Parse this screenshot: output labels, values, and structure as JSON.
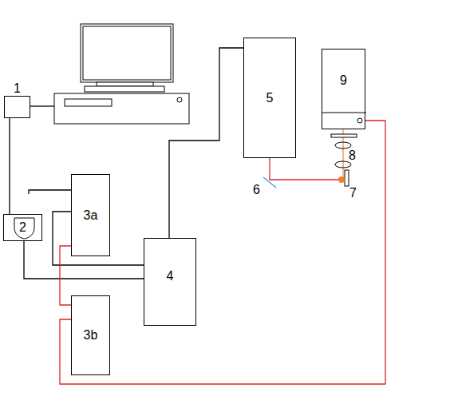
{
  "diagram": {
    "nodes": [
      {
        "text": [
          "1"
        ]
      },
      {
        "text": [
          "2"
        ]
      },
      {
        "text": [
          "3a"
        ]
      },
      {
        "text": [
          "3b"
        ]
      },
      {
        "text": [
          "4"
        ]
      },
      {
        "text": [
          "5"
        ]
      },
      {
        "text": [
          "9"
        ]
      }
    ],
    "edges": [
      {
        "from": 0,
        "to": 1,
        "arrow": "none"
      },
      {
        "from": 1,
        "to": 4,
        "arrow": "none"
      },
      {
        "from": 2,
        "to": 4,
        "arrow": "none"
      },
      {
        "from": 4,
        "to": 5,
        "arrow": "none"
      },
      {
        "from": 2,
        "to": 3,
        "arrow": "none"
      },
      {
        "from": 3,
        "to": 6,
        "arrow": "none"
      }
    ],
    "labels": [
      "6",
      "7",
      "8"
    ]
  }
}
